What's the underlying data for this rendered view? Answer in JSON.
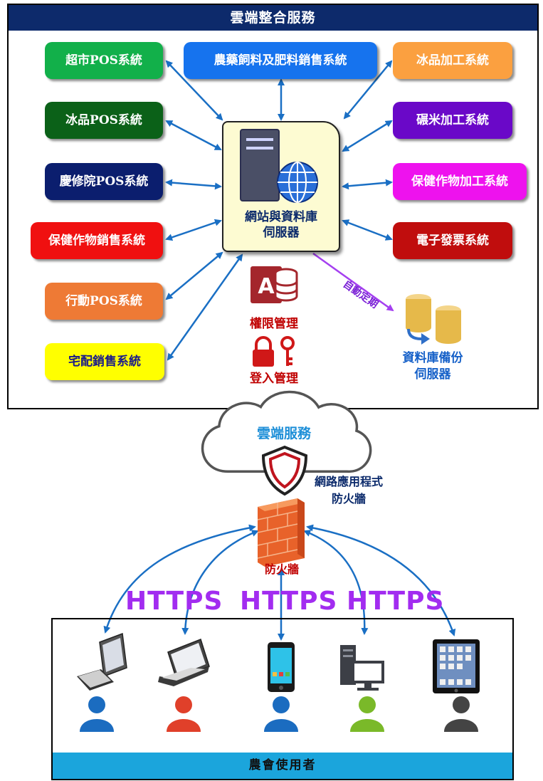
{
  "header": {
    "title": "雲端整合服務"
  },
  "systems": {
    "supermarket_pos": "超市POS系統",
    "ice_pos": "冰品POS系統",
    "qingxiu_pos": "慶修院POS系統",
    "health_sales": "保健作物銷售系統",
    "mobile_pos": "行動POS系統",
    "delivery_sales": "宅配銷售系統",
    "pesticide_feed_fertilizer": "農藥飼料及肥料銷售系統",
    "ice_processing": "冰品加工系統",
    "rice_milling": "碾米加工系統",
    "health_processing": "保健作物加工系統",
    "e_invoice": "電子發票系統"
  },
  "colors": {
    "supermarket_pos": "#12b04a",
    "ice_pos": "#0b6118",
    "qingxiu_pos": "#0b1e6e",
    "health_sales": "#f01010",
    "mobile_pos": "#ee7a35",
    "delivery_sales": "#ffff00",
    "pesticide_feed_fertilizer": "#1673ee",
    "ice_processing": "#fba040",
    "rice_milling": "#6a08c8",
    "health_processing": "#ee12ee",
    "e_invoice": "#c00d0d",
    "header_bg": "#0d2a6b",
    "user_bar": "#1ba5dc",
    "https": "#a22cf0",
    "arrow": "#1a6fc4"
  },
  "server": {
    "label_line1": "網站與資料庫",
    "label_line2": "伺服器",
    "icon": "server-globe-icon"
  },
  "security": {
    "permission": "權限管理",
    "login": "登入管理"
  },
  "backup": {
    "arrow_label": "自動定期",
    "label_line1": "資料庫備份",
    "label_line2": "伺服器"
  },
  "cloud": {
    "label": "雲端服務"
  },
  "waf": {
    "label_line1": "網路應用程式",
    "label_line2": "防火牆"
  },
  "firewall": {
    "label": "防火牆"
  },
  "https_labels": [
    "HTTPS",
    "HTTPS",
    "HTTPS"
  ],
  "users": {
    "bar_label": "農會使用者",
    "devices": [
      "desktop-computer-icon",
      "laptop-icon",
      "smartphone-icon",
      "desktop-tower-icon",
      "tablet-icon"
    ],
    "person_colors": [
      "#1b6cc0",
      "#e0402a",
      "#1b6cc0",
      "#7ab929",
      "#444444"
    ]
  }
}
